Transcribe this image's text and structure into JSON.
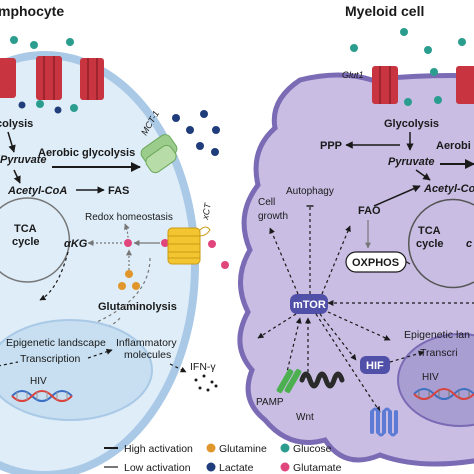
{
  "lymphocyte": {
    "title": "mphocyte",
    "glycolysis": "colysis",
    "pyruvate": "Pyruvate",
    "aerobic_glycolysis": "Aerobic glycolysis",
    "acetyl_coa": "Acetyl-CoA",
    "fas": "FAS",
    "tca_line1": "TCA",
    "tca_line2": "cycle",
    "akg": "αKG",
    "redox": "Redox homeostasis",
    "glutaminolysis": "Glutaminolysis",
    "mct1": "MCT-1",
    "xct": "xCT",
    "epigenetic": "Epigenetic landscape",
    "transcription": "Transcription",
    "inflammatory_line1": "Inflammatory",
    "inflammatory_line2": "molecules",
    "ifn": "IFN-γ",
    "hiv": "HIV"
  },
  "myeloid": {
    "title": "Myeloid cell",
    "glut1": "Glut1",
    "glycolysis": "Glycolysis",
    "ppp": "PPP",
    "pyruvate": "Pyruvate",
    "aerobic": "Aerobi",
    "acetyl_coa": "Acetyl-CoA",
    "cell_growth_line1": "Cell",
    "cell_growth_line2": "growth",
    "autophagy": "Autophagy",
    "fao": "FAO",
    "tca_line1": "TCA",
    "tca_line2": "cycle",
    "c_fragment": "c",
    "oxphos": "OXPHOS",
    "mtor": "mTOR",
    "epigenetic": "Epigenetic lan",
    "transcription": "Transcri",
    "hif": "HIF",
    "hiv": "HIV",
    "pamp": "PAMP",
    "wnt": "Wnt"
  },
  "legend": {
    "high_activation": "High activation",
    "low_activation": "Low activation",
    "glutamine": "Glutamine",
    "lactate": "Lactate",
    "glucose": "Glucose",
    "glutamate": "Glutamate"
  },
  "colors": {
    "glutamine": "#e0962a",
    "lactate": "#1f3d7a",
    "glucose": "#2a9d8f",
    "glutamate": "#e0457b",
    "lymph_cell_fill": "#deedf8",
    "lymph_membrane": "#a9c9e6",
    "myeloid_fill": "#c9bde3",
    "myeloid_membrane": "#7b6bb5",
    "transporter_red": "#c8343f",
    "mtor_fill": "#5150a8",
    "mct1_green": "#9ccc8c",
    "xct_yellow": "#f2c531"
  }
}
